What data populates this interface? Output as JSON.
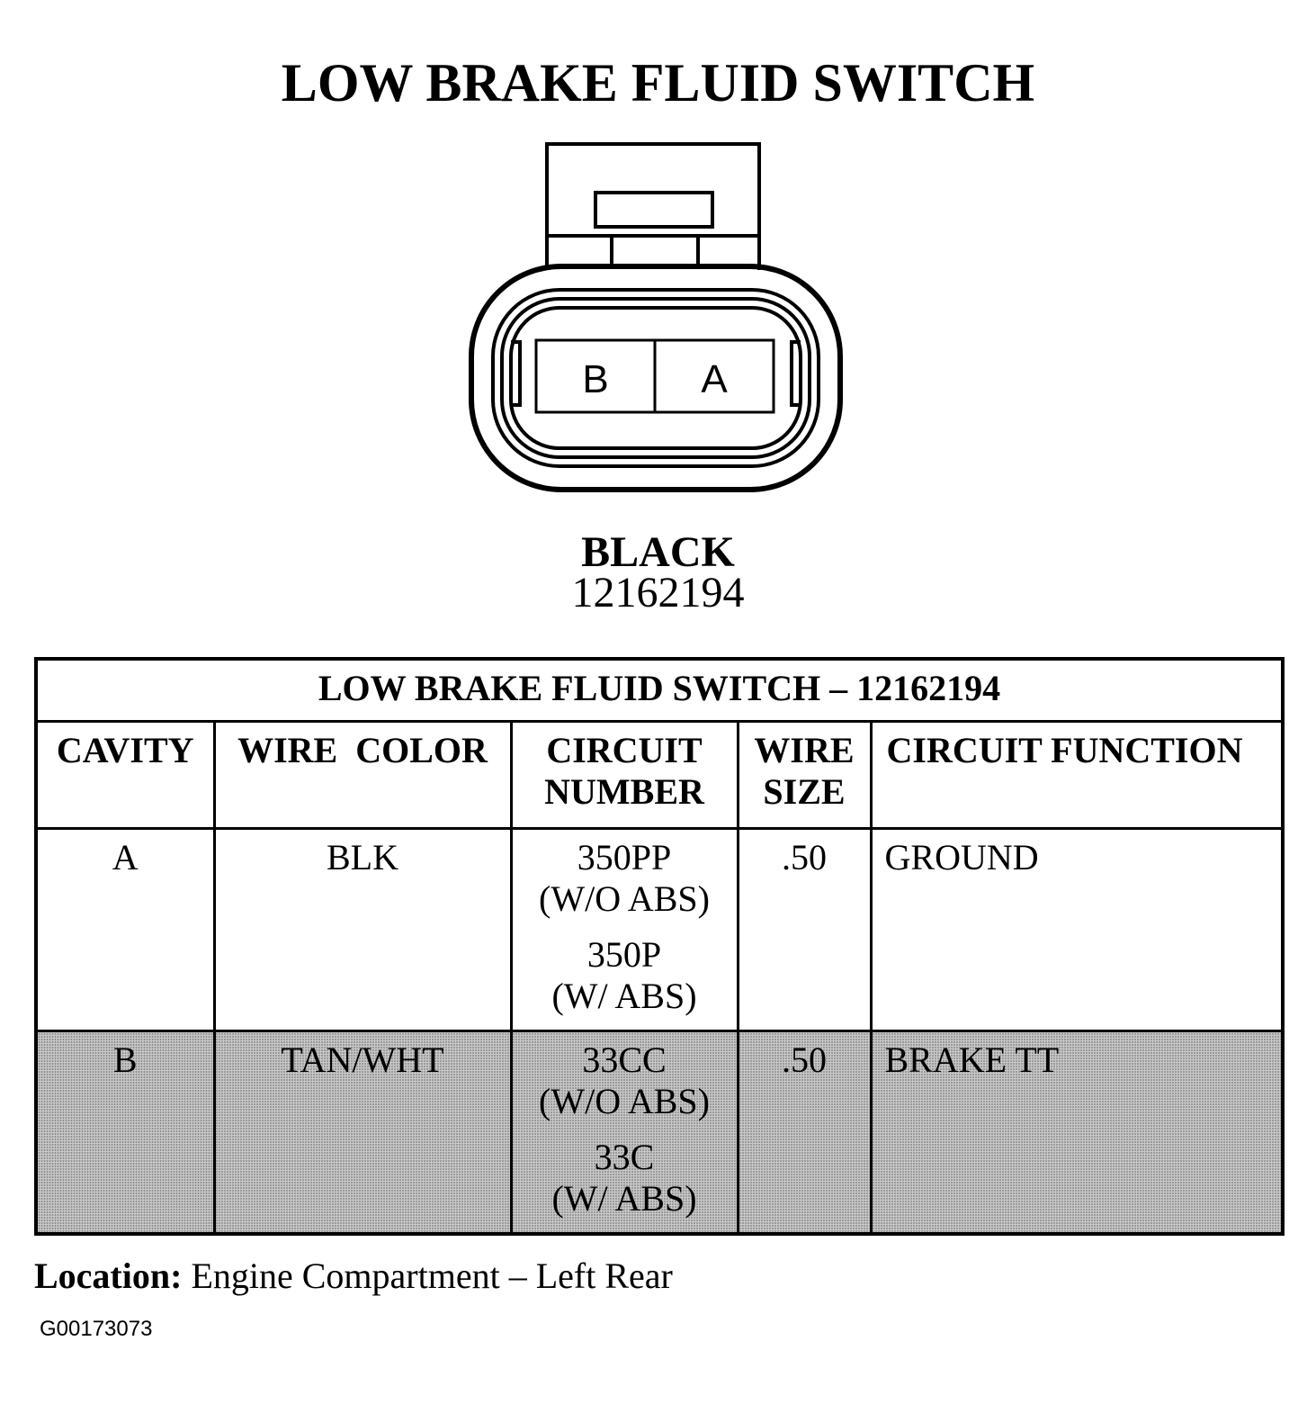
{
  "title": "LOW BRAKE FLUID SWITCH",
  "connector": {
    "cavity_labels": [
      "B",
      "A"
    ],
    "color": "BLACK",
    "part_number": "12162194"
  },
  "table": {
    "title": "LOW BRAKE FLUID SWITCH – 12162194",
    "headers": {
      "cavity": "CAVITY",
      "wire_color": "WIRE  COLOR",
      "circuit_number_line1": "CIRCUIT",
      "circuit_number_line2": "NUMBER",
      "wire_size_line1": "WIRE",
      "wire_size_line2": "SIZE",
      "circuit_function": "CIRCUIT FUNCTION"
    },
    "rows": [
      {
        "cavity": "A",
        "wire_color": "BLK",
        "circuits": [
          {
            "number": "350PP",
            "condition": "(W/O ABS)"
          },
          {
            "number": "350P",
            "condition": "(W/ ABS)"
          }
        ],
        "wire_size": ".50",
        "function": "GROUND"
      },
      {
        "cavity": "B",
        "wire_color": "TAN/WHT",
        "circuits": [
          {
            "number": "33CC",
            "condition": "(W/O ABS)"
          },
          {
            "number": "33C",
            "condition": "(W/ ABS)"
          }
        ],
        "wire_size": ".50",
        "function": "BRAKE TT"
      }
    ]
  },
  "location": {
    "label": "Location:",
    "value": "Engine Compartment – Left Rear"
  },
  "figure_id": "G00173073"
}
